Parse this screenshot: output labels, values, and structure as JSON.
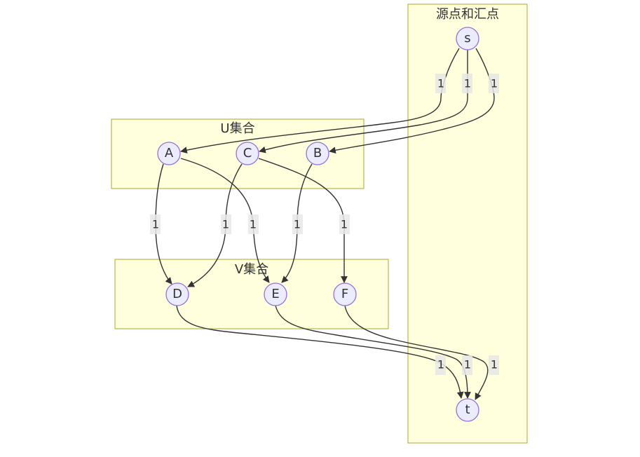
{
  "diagram": {
    "type": "flowchart",
    "clusters": [
      {
        "id": "st",
        "title": "源点和汇点"
      },
      {
        "id": "u",
        "title": "U集合"
      },
      {
        "id": "v",
        "title": "V集合"
      }
    ],
    "nodes": [
      {
        "id": "s",
        "label": "s"
      },
      {
        "id": "A",
        "label": "A"
      },
      {
        "id": "C",
        "label": "C"
      },
      {
        "id": "B",
        "label": "B"
      },
      {
        "id": "D",
        "label": "D"
      },
      {
        "id": "E",
        "label": "E"
      },
      {
        "id": "F",
        "label": "F"
      },
      {
        "id": "t",
        "label": "t"
      }
    ],
    "edges": [
      {
        "from": "s",
        "to": "A",
        "label": "1"
      },
      {
        "from": "s",
        "to": "C",
        "label": "1"
      },
      {
        "from": "s",
        "to": "B",
        "label": "1"
      },
      {
        "from": "A",
        "to": "D",
        "label": "1"
      },
      {
        "from": "C",
        "to": "D",
        "label": "1"
      },
      {
        "from": "A",
        "to": "E",
        "label": "1"
      },
      {
        "from": "B",
        "to": "E",
        "label": "1"
      },
      {
        "from": "C",
        "to": "F",
        "label": "1"
      },
      {
        "from": "D",
        "to": "t",
        "label": "1"
      },
      {
        "from": "E",
        "to": "t",
        "label": "1"
      },
      {
        "from": "F",
        "to": "t",
        "label": "1"
      }
    ],
    "colors": {
      "cluster_fill": "#ffffde",
      "cluster_stroke": "#aaaa33",
      "node_fill": "#ececff",
      "node_stroke": "#9370db",
      "edge": "#333333",
      "label_bg": "#e8e8e8"
    }
  }
}
